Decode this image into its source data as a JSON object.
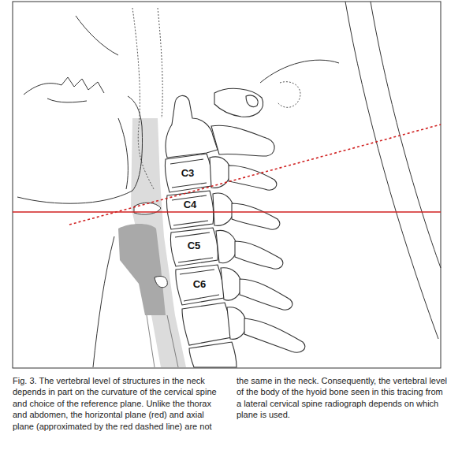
{
  "diagram": {
    "caption": "Fig. 3. The vertebral level of structures in the neck depends in part on the curvature of the cervical spine and choice of the reference plane. Unlike the thorax and abdomen, the horizontal plane (red) and axial plane (approximated by the red dashed line) are not the same in the neck. Consequently, the vertebral level of the body of the hyoid bone seen in this tracing from a lateral cervical spine radiograph depends on which plane is used.",
    "labels": [
      "C3",
      "C4",
      "C5",
      "C6"
    ]
  }
}
